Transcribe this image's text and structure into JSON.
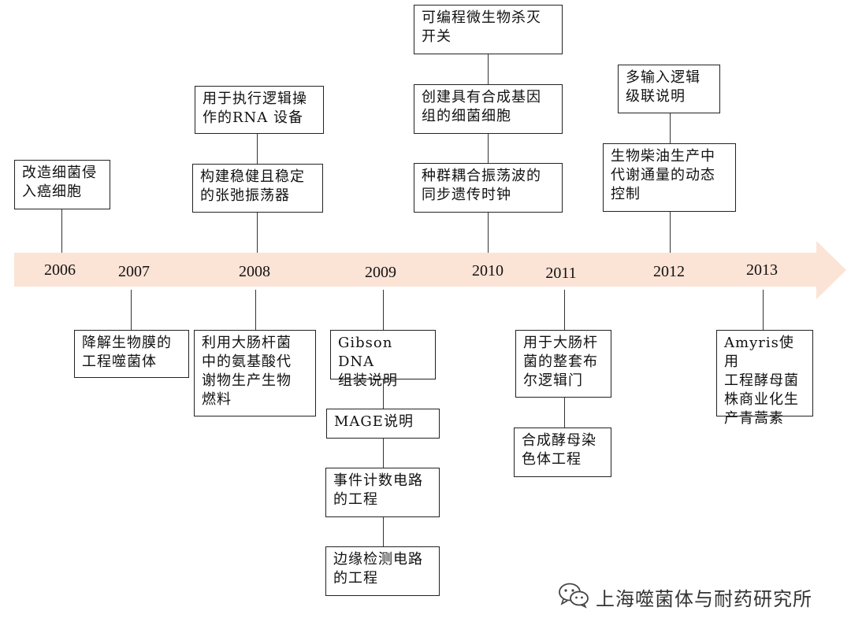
{
  "timeline": {
    "years": [
      "2006",
      "2007",
      "2008",
      "2009",
      "2010",
      "2011",
      "2012",
      "2013"
    ],
    "arrow_color": "#fbe3d6"
  },
  "events": {
    "e2006_top": "改造细菌侵\n入癌细胞",
    "e2007_bottom": "降解生物膜的\n工程噬菌体",
    "e2008_top_1": "用于执行逻辑操\n作的RNA 设备",
    "e2008_top_2": "构建稳健且稳定\n的张弛振荡器",
    "e2008_bottom": "利用大肠杆菌\n中的氨基酸代\n谢物生产生物\n燃料",
    "e2009_bottom_1": "Gibson DNA\n组装说明",
    "e2009_bottom_2": "MAGE说明",
    "e2009_bottom_3": "事件计数电路\n的工程",
    "e2009_bottom_4": "边缘检测电路\n的工程",
    "e2010_top_1": "可编程微生物杀灭\n开关",
    "e2010_top_2": "创建具有合成基因\n组的细菌细胞",
    "e2010_top_3": "种群耦合振荡波的\n同步遗传时钟",
    "e2011_bottom_1": "用于大肠杆\n菌的整套布\n尔逻辑门",
    "e2011_bottom_2": "合成酵母染\n色体工程",
    "e2012_top_1": "多输入逻辑\n级联说明",
    "e2012_top_2": "生物柴油生产中\n代谢通量的动态\n控制",
    "e2013_bottom": "Amyris使用\n工程酵母菌\n株商业化生\n产青蒿素"
  },
  "watermark": {
    "text": "上海噬菌体与耐药研究所",
    "icon": "wechat-icon"
  }
}
